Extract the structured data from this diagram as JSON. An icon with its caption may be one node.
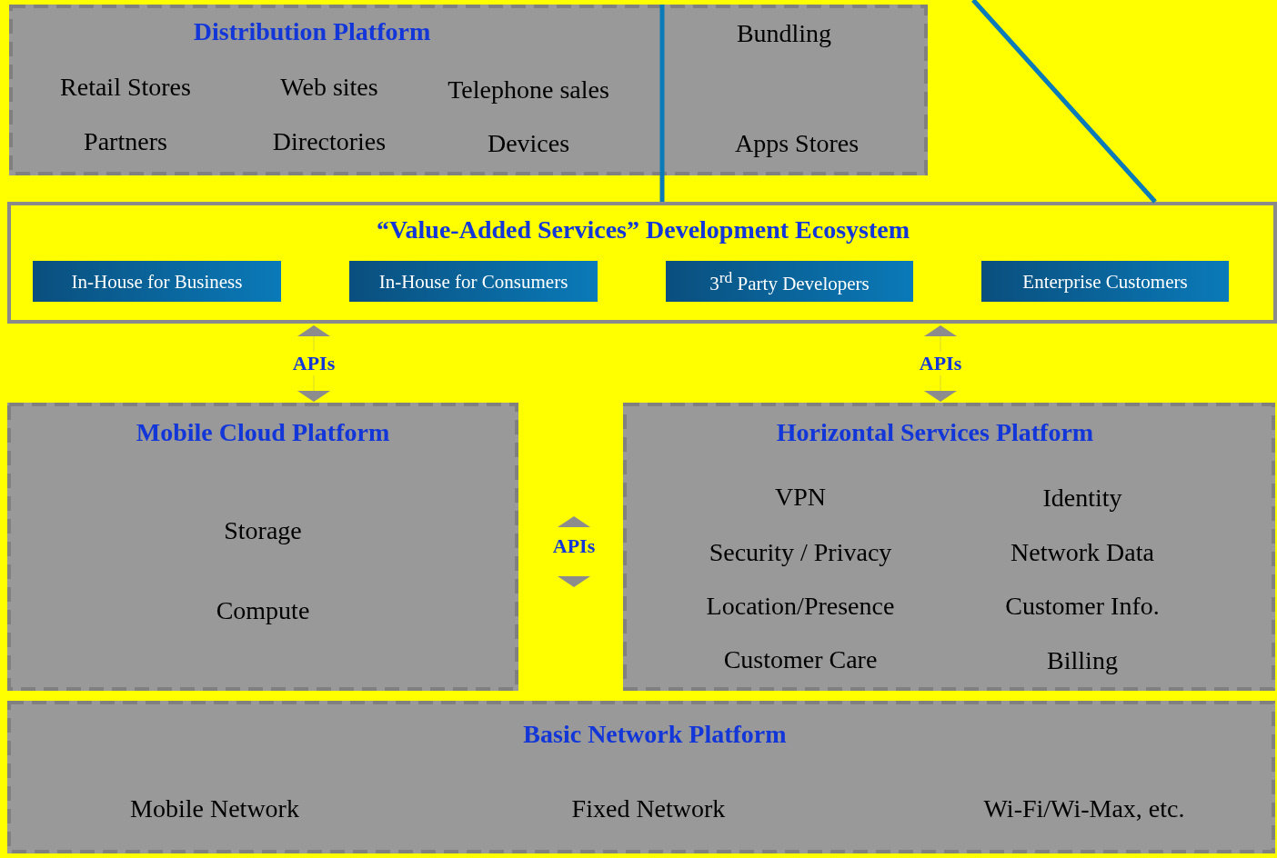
{
  "diagram": {
    "nodes": [
      {
        "text": [
          "Distribution Platform",
          "Retail Stores",
          "Web sites",
          "Telephone sales",
          "Partners",
          "Directories",
          "Devices",
          "Bundling",
          "Apps Stores"
        ]
      },
      {
        "text": [
          "“Value-Added Services” Development Ecosystem"
        ]
      },
      {
        "text": [
          "In-House for Business"
        ],
        "in": 1
      },
      {
        "text": [
          "In-House for Consumers"
        ],
        "in": 1
      },
      {
        "text": [
          "3$^{rd}$ Party Developers"
        ],
        "in": 1
      },
      {
        "text": [
          "Enterprise Customers"
        ],
        "in": 1
      },
      {
        "text": [
          "Mobile Cloud Platform",
          "Storage",
          "Compute"
        ]
      },
      {
        "text": [
          "Horizontal Services Platform",
          "VPN",
          "Identity",
          "Security / Privacy",
          "Network Data",
          "Location/Presence",
          "Customer Info.",
          "Customer Care",
          "Billing"
        ]
      },
      {
        "text": [
          "Basic Network Platform",
          "Mobile Network",
          "Fixed Network",
          "Wi-Fi/Wi-Max, etc."
        ]
      }
    ],
    "edges": [
      {
        "from": 0,
        "to": 1,
        "arrow": "none",
        "style": "thick",
        "color": "#0a7ab8"
      },
      {
        "from": null,
        "to": 1,
        "arrow": "none",
        "style": "thick",
        "color": "#0a7ab8"
      },
      {
        "from": 1,
        "to": 6,
        "arrow": "both",
        "label": "APIs",
        "color": "#8c8c8c"
      },
      {
        "from": 1,
        "to": 7,
        "arrow": "both",
        "label": "APIs",
        "color": "#8c8c8c"
      }
    ],
    "labels": [
      "APIs"
    ]
  }
}
